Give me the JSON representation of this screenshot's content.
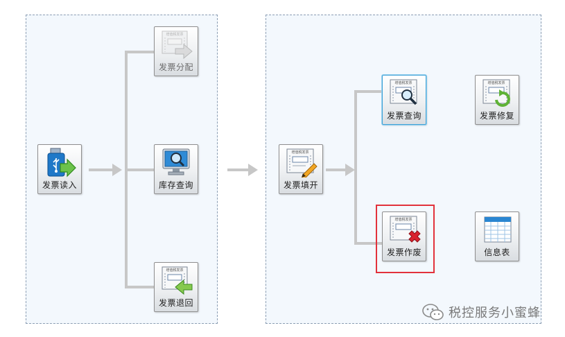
{
  "left_panel": {
    "source": {
      "label": "发票读入",
      "icon": "usb-import-icon"
    },
    "targets": [
      {
        "label": "发票分配",
        "icon": "invoice-distribute-icon",
        "disabled": true
      },
      {
        "label": "库存查询",
        "icon": "monitor-search-icon",
        "disabled": false
      },
      {
        "label": "发票退回",
        "icon": "invoice-return-icon",
        "disabled": false
      }
    ]
  },
  "right_panel": {
    "source": {
      "label": "发票填开",
      "icon": "invoice-write-icon"
    },
    "targets": [
      {
        "label": "发票查询",
        "icon": "invoice-search-icon",
        "selected": true
      },
      {
        "label": "发票作废",
        "icon": "invoice-cancel-icon",
        "highlighted": true
      }
    ],
    "extras": [
      {
        "label": "发票修复",
        "icon": "invoice-repair-icon"
      },
      {
        "label": "信息表",
        "icon": "info-table-icon"
      }
    ]
  },
  "invoice_header_text": "增值税发票",
  "watermark": {
    "text": "税控服务小蜜蜂",
    "icon": "wechat-icon"
  },
  "colors": {
    "panel_border": "#8a9db3",
    "panel_bg": "#f3f8fd",
    "connector": "#c7c7c7",
    "highlight": "#e2313b",
    "selected": "#3fa2d7"
  }
}
